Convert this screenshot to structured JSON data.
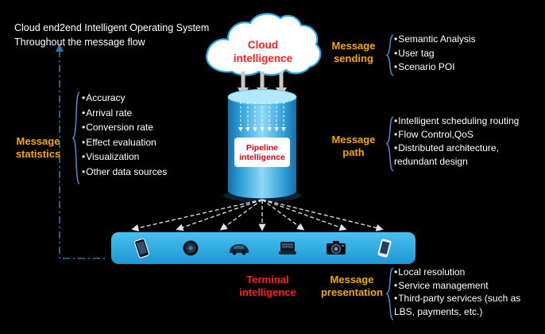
{
  "colors": {
    "accent_yellow": "#F5A800",
    "accent_red": "#FF1F1F",
    "bar_blue": "#29ABE2",
    "bracket_blue": "#4A86C6",
    "feedback_line_blue": "#2E75B6",
    "cloud_outline_blue": "#29ABE2"
  },
  "header": {
    "line1": "Cloud end2end Intelligent Operating System",
    "line2": "Throughout  the message flow"
  },
  "cloud": {
    "label": "Cloud intelligence"
  },
  "pipeline": {
    "label": "Pipeline intelligence"
  },
  "terminal": {
    "label": "Terminal intelligence"
  },
  "groups": {
    "statistics": {
      "title": "Message statistics",
      "items": [
        "Accuracy",
        "Arrival rate",
        "Conversion rate",
        "Effect evaluation",
        "Visualization",
        "Other data sources"
      ]
    },
    "sending": {
      "title": "Message sending",
      "items": [
        "Semantic Analysis",
        "User tag",
        "Scenario POI"
      ]
    },
    "path": {
      "title": "Message path",
      "items": [
        "Intelligent scheduling routing",
        "Flow Control,QoS",
        "Distributed architecture, redundant design"
      ]
    },
    "presentation": {
      "title": "Message presentation",
      "items": [
        "Local resolution",
        "Service management",
        "Third-party services (such as LBS, payments, etc.)"
      ]
    }
  },
  "devices": [
    "smartphone",
    "smartwatch",
    "car",
    "printer",
    "camera",
    "phone"
  ]
}
